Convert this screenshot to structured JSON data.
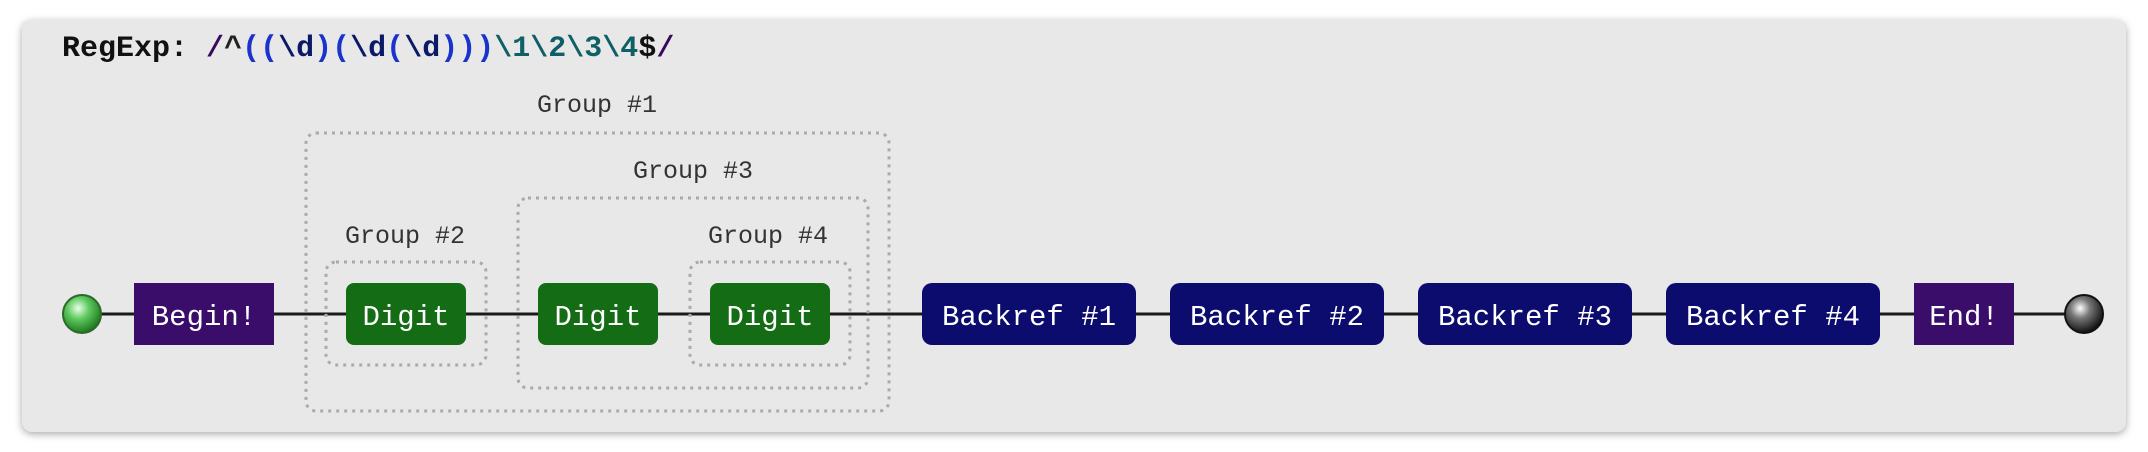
{
  "regexp": {
    "label": "RegExp:",
    "tokens": [
      {
        "text": "/",
        "kind": "slash"
      },
      {
        "text": "^",
        "kind": "anchor"
      },
      {
        "text": "(",
        "kind": "paren"
      },
      {
        "text": "(",
        "kind": "paren"
      },
      {
        "text": "\\d",
        "kind": "class"
      },
      {
        "text": ")",
        "kind": "paren"
      },
      {
        "text": "(",
        "kind": "paren"
      },
      {
        "text": "\\d",
        "kind": "class"
      },
      {
        "text": "(",
        "kind": "paren"
      },
      {
        "text": "\\d",
        "kind": "class"
      },
      {
        "text": ")",
        "kind": "paren"
      },
      {
        "text": ")",
        "kind": "paren"
      },
      {
        "text": ")",
        "kind": "paren"
      },
      {
        "text": "\\1",
        "kind": "backref"
      },
      {
        "text": "\\2",
        "kind": "backref"
      },
      {
        "text": "\\3",
        "kind": "backref"
      },
      {
        "text": "\\4",
        "kind": "backref"
      },
      {
        "text": "$",
        "kind": "end"
      },
      {
        "text": "/",
        "kind": "slash"
      }
    ]
  },
  "diagram": {
    "colors": {
      "anchor": "#3b0d6b",
      "digit": "#146c14",
      "backref": "#0c0c6e",
      "line": "#1a1a1a",
      "group_border": "#aaaaaa",
      "start_dot": "#3cb043",
      "end_dot": "#222222"
    },
    "anchors": {
      "begin": "Begin!",
      "end": "End!"
    },
    "digits": [
      {
        "label": "Digit"
      },
      {
        "label": "Digit"
      },
      {
        "label": "Digit"
      }
    ],
    "backrefs": [
      {
        "label": "Backref #1"
      },
      {
        "label": "Backref #2"
      },
      {
        "label": "Backref #3"
      },
      {
        "label": "Backref #4"
      }
    ],
    "groups": [
      {
        "label": "Group #1"
      },
      {
        "label": "Group #2"
      },
      {
        "label": "Group #3"
      },
      {
        "label": "Group #4"
      }
    ]
  }
}
